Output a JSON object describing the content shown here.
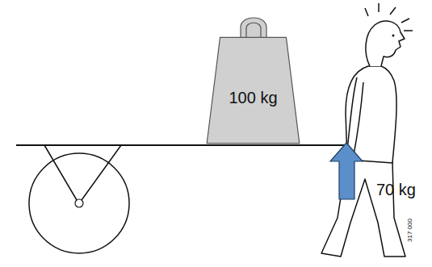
{
  "diagram": {
    "nodes": [
      {
        "text": [
          "100 kg"
        ]
      }
    ],
    "labels": [
      "70 kg",
      "317 000"
    ]
  }
}
